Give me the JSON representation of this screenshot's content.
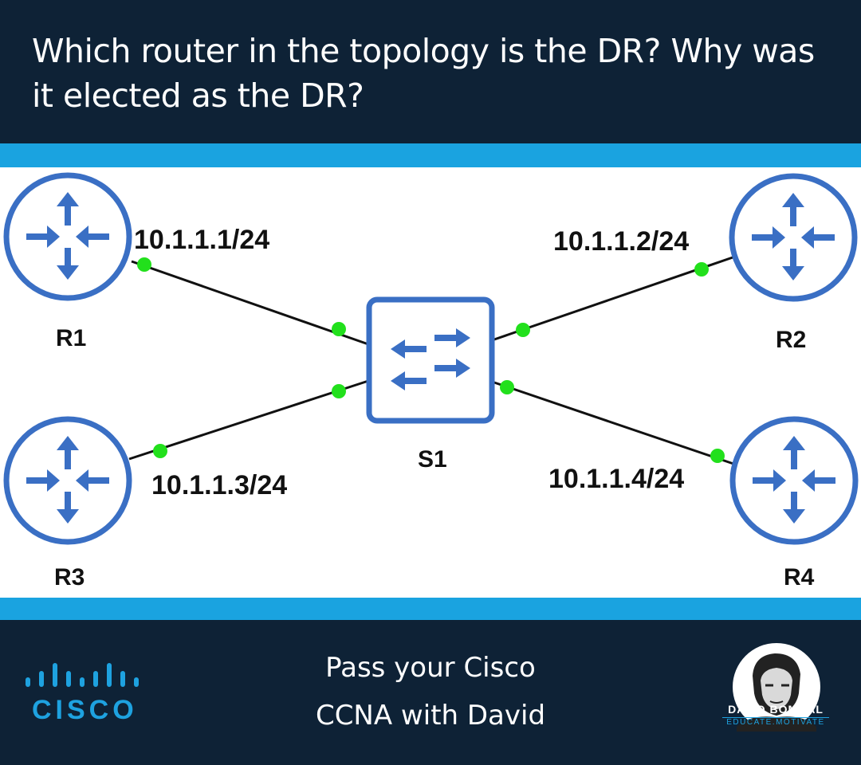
{
  "question": "Which router in the topology is the DR? Why was it elected as the DR?",
  "diagram": {
    "routers": [
      {
        "name": "R1",
        "ip": "10.1.1.1/24"
      },
      {
        "name": "R2",
        "ip": "10.1.1.2/24"
      },
      {
        "name": "R3",
        "ip": "10.1.1.3/24"
      },
      {
        "name": "R4",
        "ip": "10.1.1.4/24"
      }
    ],
    "switch": {
      "name": "S1"
    },
    "colors": {
      "device": "#3a6fc4",
      "link": "#111111",
      "port": "#22e01c",
      "band": "#1aa3e0",
      "navy": "#0e2236"
    }
  },
  "footer": {
    "line1": "Pass your Cisco",
    "line2": "CCNA with David",
    "cisco_logo_text": "CISCO",
    "brand_name": "DAVID BOMBAL",
    "brand_tagline": "EDUCATE.MOTIVATE"
  }
}
